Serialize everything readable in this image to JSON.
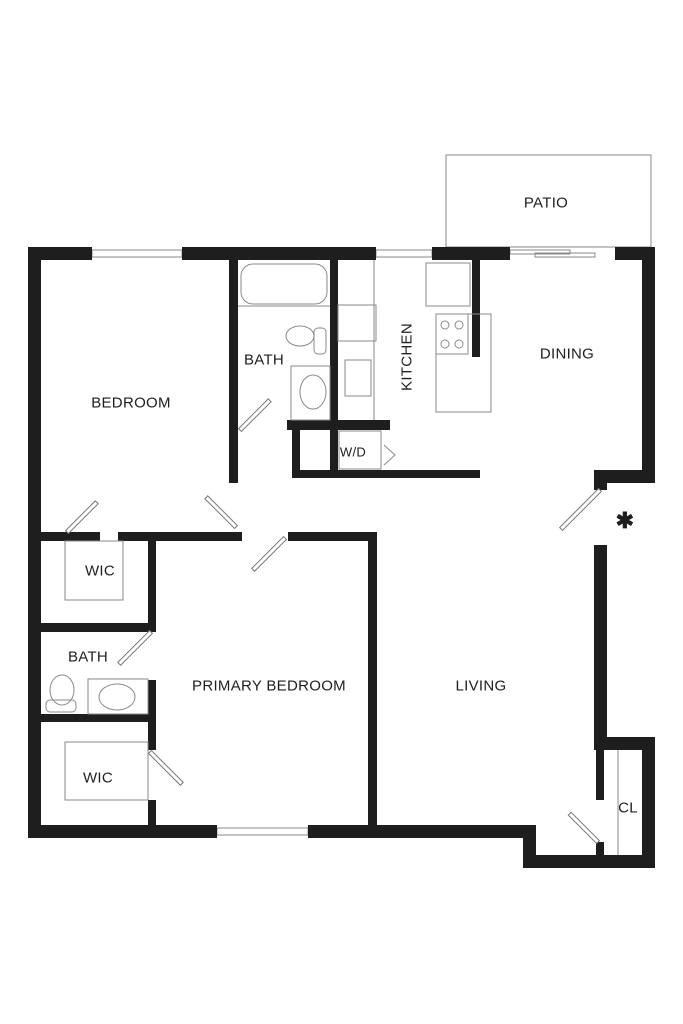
{
  "rooms": {
    "patio": "PATIO",
    "dining": "DINING",
    "kitchen": "KITCHEN",
    "bath_hall": "BATH",
    "bedroom": "BEDROOM",
    "laundry": "W/D",
    "wic_bedroom": "WIC",
    "bath_primary": "BATH",
    "primary_bedroom": "PRIMARY BEDROOM",
    "living": "LIVING",
    "wic_primary": "WIC",
    "closet": "CL"
  },
  "marker": "✱",
  "colors": {
    "wall": "#1e1e1e",
    "line": "#8a8a8a"
  }
}
